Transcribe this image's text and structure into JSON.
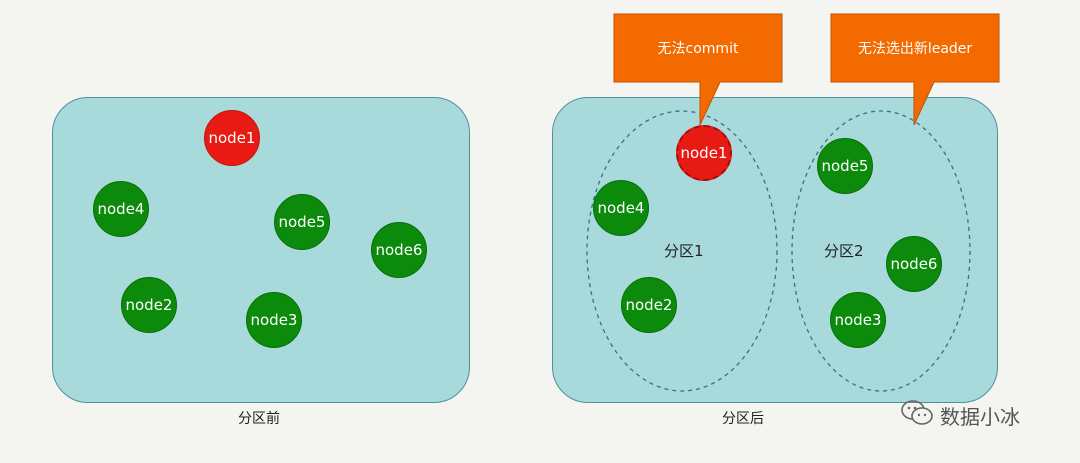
{
  "before": {
    "caption": "分区前",
    "nodes": [
      {
        "label": "node1",
        "status": "leader"
      },
      {
        "label": "node4",
        "status": "follower"
      },
      {
        "label": "node5",
        "status": "follower"
      },
      {
        "label": "node6",
        "status": "follower"
      },
      {
        "label": "node2",
        "status": "follower"
      },
      {
        "label": "node3",
        "status": "follower"
      }
    ]
  },
  "after": {
    "caption": "分区后",
    "partitions": [
      {
        "label": "分区1",
        "nodes": [
          "node1",
          "node4",
          "node2"
        ]
      },
      {
        "label": "分区2",
        "nodes": [
          "node5",
          "node6",
          "node3"
        ]
      }
    ]
  },
  "callouts": [
    {
      "text": "无法commit"
    },
    {
      "text": "无法选出新leader"
    }
  ],
  "colors": {
    "panel": "#a8dadc",
    "leader": "#e81a14",
    "follower": "#0b8a0b",
    "callout": "#f26a00"
  },
  "watermark": {
    "icon": "wechat-icon",
    "text": "数据小冰"
  }
}
